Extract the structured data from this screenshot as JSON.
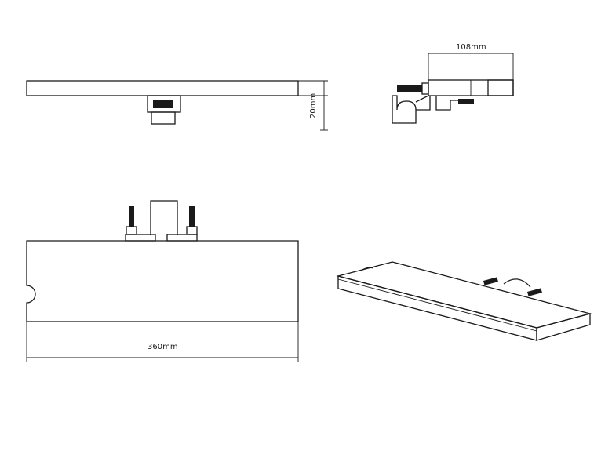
{
  "dimensions": {
    "depth": "108mm",
    "height": "20mm",
    "width": "360mm"
  }
}
